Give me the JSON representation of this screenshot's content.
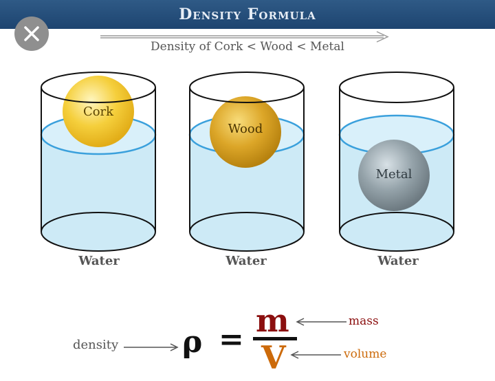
{
  "header": {
    "title": "Density Formula"
  },
  "close_button": {
    "icon": "close-icon"
  },
  "comparison": {
    "label": "Density of Cork < Wood < Metal"
  },
  "beakers": [
    {
      "liquid_label": "Water",
      "object_label": "Cork"
    },
    {
      "liquid_label": "Water",
      "object_label": "Wood"
    },
    {
      "liquid_label": "Water",
      "object_label": "Metal"
    }
  ],
  "formula": {
    "symbol": "ρ",
    "equals": "=",
    "numerator": "m",
    "denominator": "V",
    "density_label": "density",
    "mass_label": "mass",
    "volume_label": "volume"
  },
  "colors": {
    "header": "#1d4470",
    "water_fill": "#cdeaf6",
    "water_line": "#3aa0dc",
    "cork": "#f3cb3a",
    "wood": "#d9a21c",
    "metal": "#8f9ca3",
    "mass": "#8b0f0f",
    "volume": "#cc6a0a"
  }
}
